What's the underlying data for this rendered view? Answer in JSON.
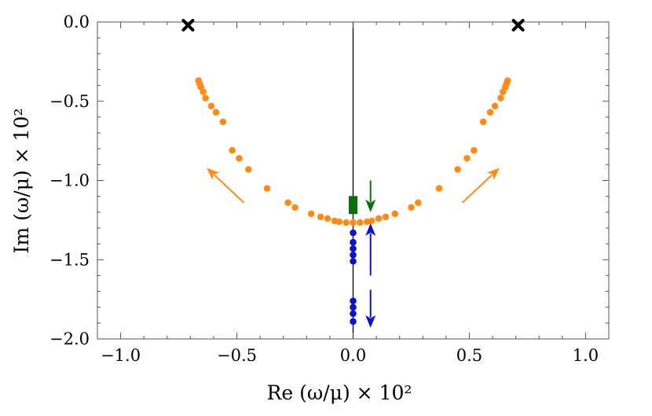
{
  "chart_data": {
    "type": "scatter",
    "xlabel": "Re (ω/μ) × 10²",
    "ylabel": "Im (ω/μ) × 10²",
    "xlim": [
      -1.1,
      1.1
    ],
    "ylim": [
      -2.0,
      0.0
    ],
    "xticks": [
      {
        "value": -1.0,
        "label": "−1.0"
      },
      {
        "value": -0.5,
        "label": "−0.5"
      },
      {
        "value": 0.0,
        "label": "0.0"
      },
      {
        "value": 0.5,
        "label": "0.5"
      },
      {
        "value": 1.0,
        "label": "1.0"
      }
    ],
    "yticks": [
      {
        "value": 0.0,
        "label": "0.0"
      },
      {
        "value": -0.5,
        "label": "−0.5"
      },
      {
        "value": -1.0,
        "label": "−1.0"
      },
      {
        "value": -1.5,
        "label": "−1.5"
      },
      {
        "value": -2.0,
        "label": "−2.0"
      }
    ],
    "grid": false,
    "colors": {
      "orange": "#ff8c1a",
      "blue": "#1010c8",
      "green": "#0d6e0d",
      "black": "#000000"
    },
    "series": [
      {
        "marker": "x",
        "color": "#000000",
        "points": [
          [
            -0.71,
            -0.02
          ],
          [
            0.71,
            -0.02
          ]
        ]
      },
      {
        "marker": "circle",
        "color": "#ff8c1a",
        "points": [
          [
            -0.665,
            -0.37
          ],
          [
            -0.66,
            -0.39
          ],
          [
            -0.655,
            -0.41
          ],
          [
            -0.645,
            -0.44
          ],
          [
            -0.635,
            -0.48
          ],
          [
            -0.61,
            -0.53
          ],
          [
            -0.59,
            -0.57
          ],
          [
            -0.56,
            -0.63
          ],
          [
            -0.52,
            -0.81
          ],
          [
            -0.49,
            -0.86
          ],
          [
            -0.45,
            -0.93
          ],
          [
            -0.37,
            -1.05
          ],
          [
            -0.28,
            -1.14
          ],
          [
            -0.25,
            -1.17
          ],
          [
            -0.18,
            -1.21
          ],
          [
            -0.14,
            -1.23
          ],
          [
            -0.11,
            -1.24
          ],
          [
            -0.08,
            -1.255
          ],
          [
            -0.06,
            -1.26
          ],
          [
            -0.03,
            -1.265
          ],
          [
            0.0,
            -1.265
          ],
          [
            0.03,
            -1.265
          ],
          [
            0.06,
            -1.26
          ],
          [
            0.08,
            -1.255
          ],
          [
            0.11,
            -1.24
          ],
          [
            0.14,
            -1.23
          ],
          [
            0.18,
            -1.21
          ],
          [
            0.25,
            -1.17
          ],
          [
            0.28,
            -1.14
          ],
          [
            0.37,
            -1.05
          ],
          [
            0.45,
            -0.93
          ],
          [
            0.49,
            -0.86
          ],
          [
            0.52,
            -0.81
          ],
          [
            0.56,
            -0.63
          ],
          [
            0.59,
            -0.57
          ],
          [
            0.61,
            -0.53
          ],
          [
            0.635,
            -0.48
          ],
          [
            0.645,
            -0.44
          ],
          [
            0.655,
            -0.41
          ],
          [
            0.66,
            -0.39
          ],
          [
            0.665,
            -0.37
          ]
        ]
      },
      {
        "marker": "circle",
        "color": "#1010c8",
        "points": [
          [
            0.0,
            -1.33
          ],
          [
            0.0,
            -1.39
          ],
          [
            0.0,
            -1.43
          ],
          [
            0.0,
            -1.47
          ],
          [
            0.0,
            -1.51
          ],
          [
            0.0,
            -1.76
          ],
          [
            0.0,
            -1.8
          ],
          [
            0.0,
            -1.84
          ],
          [
            0.0,
            -1.89
          ]
        ]
      },
      {
        "marker": "square",
        "color": "#0d6e0d",
        "points": [
          [
            0.0,
            -1.155
          ]
        ]
      }
    ],
    "annotations": [
      {
        "type": "arrow",
        "color": "#ff8c1a",
        "from": [
          -0.47,
          -1.14
        ],
        "to": [
          -0.63,
          -0.92
        ]
      },
      {
        "type": "arrow",
        "color": "#ff8c1a",
        "from": [
          0.47,
          -1.14
        ],
        "to": [
          0.63,
          -0.92
        ]
      },
      {
        "type": "arrow",
        "color": "#0d6e0d",
        "from": [
          0.075,
          -1.0
        ],
        "to": [
          0.075,
          -1.2
        ]
      },
      {
        "type": "arrow",
        "color": "#1010c8",
        "from": [
          0.075,
          -1.6
        ],
        "to": [
          0.075,
          -1.27
        ]
      },
      {
        "type": "arrow",
        "color": "#1010c8",
        "from": [
          0.075,
          -1.69
        ],
        "to": [
          0.075,
          -1.93
        ]
      }
    ],
    "vertical_line": {
      "x": 0.0,
      "color": "#000000"
    }
  }
}
